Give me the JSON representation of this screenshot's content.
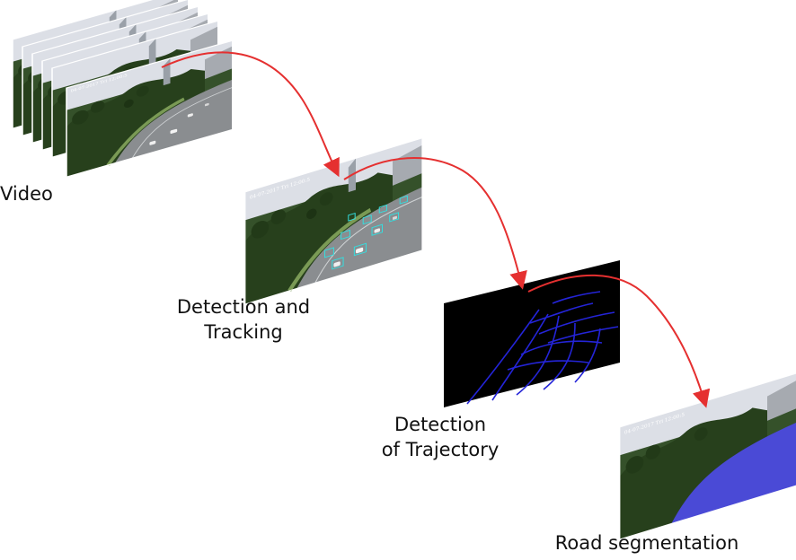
{
  "stages": {
    "video": {
      "label": "Video"
    },
    "detection_tracking": {
      "label_line1": "Detection and",
      "label_line2": "Tracking"
    },
    "trajectory": {
      "label_line1": "Detection",
      "label_line2": "of Trajectory"
    },
    "road_segmentation": {
      "label": "Road segmentation"
    }
  },
  "frame_timestamp": "04-07-2017 Tri 12:00:5",
  "colors": {
    "arrow": "#e53030",
    "detection_box": "#33dfe0",
    "trajectory_line": "#2424d8",
    "road_mask": "#4a4ad6",
    "sky": "#dcdfe6",
    "vegetation": "#2f4a1f",
    "road": "#8a8d90"
  }
}
